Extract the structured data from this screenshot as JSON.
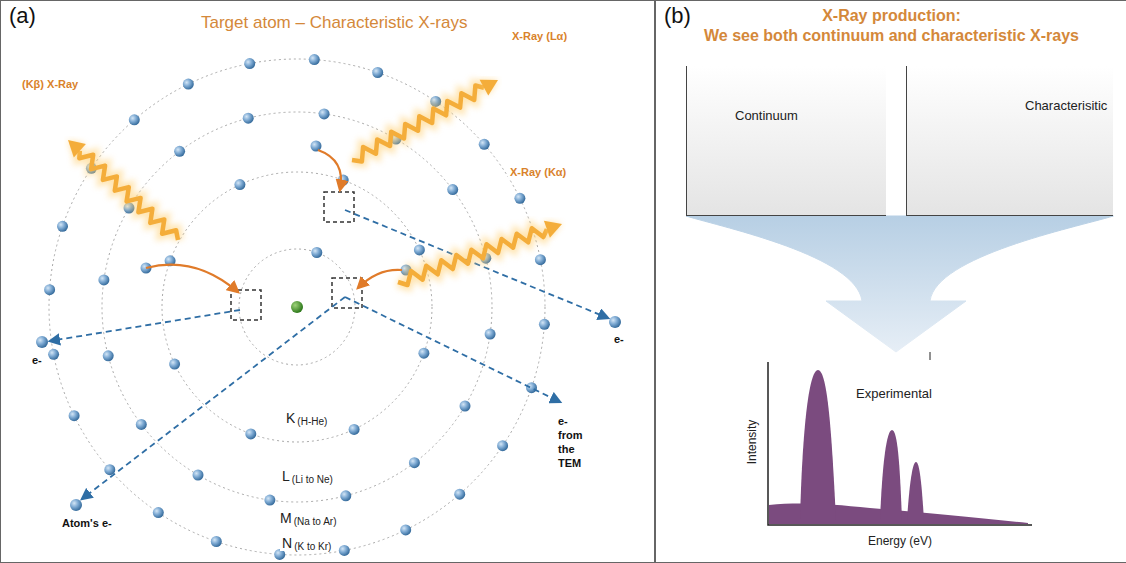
{
  "diagram": {
    "nodes": [
      {
        "text": [
          "(a)",
          "Target atom – Characteristic X-rays"
        ]
      },
      {
        "text": [
          "(b)",
          "X-Ray production:",
          "We see both continuum and characteristic X-rays"
        ]
      },
      {
        "text": [
          "Continuum"
        ],
        "in": 1
      },
      {
        "text": [
          "Characterisitic"
        ],
        "in": 1
      },
      {
        "text": [
          "Experimental"
        ],
        "in": 1
      }
    ],
    "edges": [
      {
        "from": 2,
        "to": 4,
        "arrow": "to"
      },
      {
        "from": 3,
        "to": 4,
        "arrow": "to"
      }
    ],
    "labels": [
      "(Kβ) X-Ray",
      "X-Ray (Lα)",
      "X-Ray (Kα)",
      "e-",
      "e-",
      "K",
      "(H-He)",
      "L",
      "(Li to Ne)",
      "M",
      "(Na to Ar)",
      "N",
      "(K to Kr)",
      "Atom's e-",
      "e- from the TEM",
      "Intensity",
      "Energy (eV)"
    ]
  }
}
